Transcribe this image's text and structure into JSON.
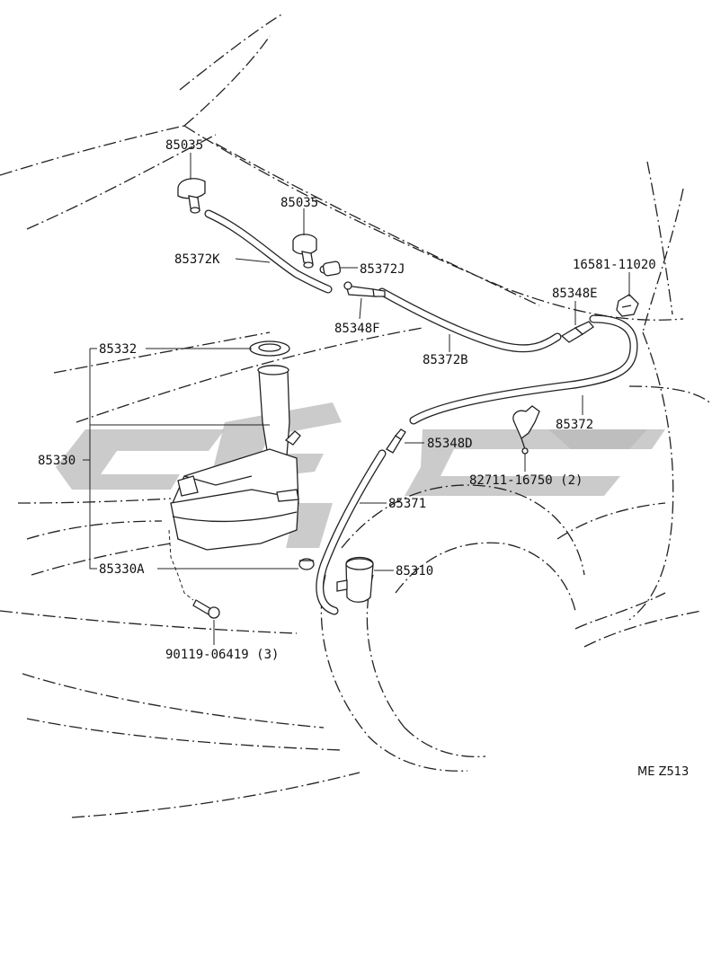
{
  "diagram": {
    "parts": [
      {
        "id": "p1",
        "number": "85035"
      },
      {
        "id": "p2",
        "number": "85035"
      },
      {
        "id": "p3",
        "number": "85372K"
      },
      {
        "id": "p4",
        "number": "85372J"
      },
      {
        "id": "p5",
        "number": "85348F"
      },
      {
        "id": "p6",
        "number": "16581-11020"
      },
      {
        "id": "p7",
        "number": "85348E"
      },
      {
        "id": "p8",
        "number": "85332"
      },
      {
        "id": "p9",
        "number": "85372B"
      },
      {
        "id": "p10",
        "number": "85372"
      },
      {
        "id": "p11",
        "number": "85330"
      },
      {
        "id": "p12",
        "number": "85348D"
      },
      {
        "id": "p13",
        "number": "82711-16750 (2)"
      },
      {
        "id": "p14",
        "number": "85371"
      },
      {
        "id": "p15",
        "number": "85310"
      },
      {
        "id": "p16",
        "number": "85330A"
      },
      {
        "id": "p17",
        "number": "90119-06419 (3)"
      }
    ],
    "diagram_code": "ME Z513"
  },
  "colors": {
    "line": "#222222",
    "watermark": "#b9b9b9",
    "background": "#ffffff"
  }
}
